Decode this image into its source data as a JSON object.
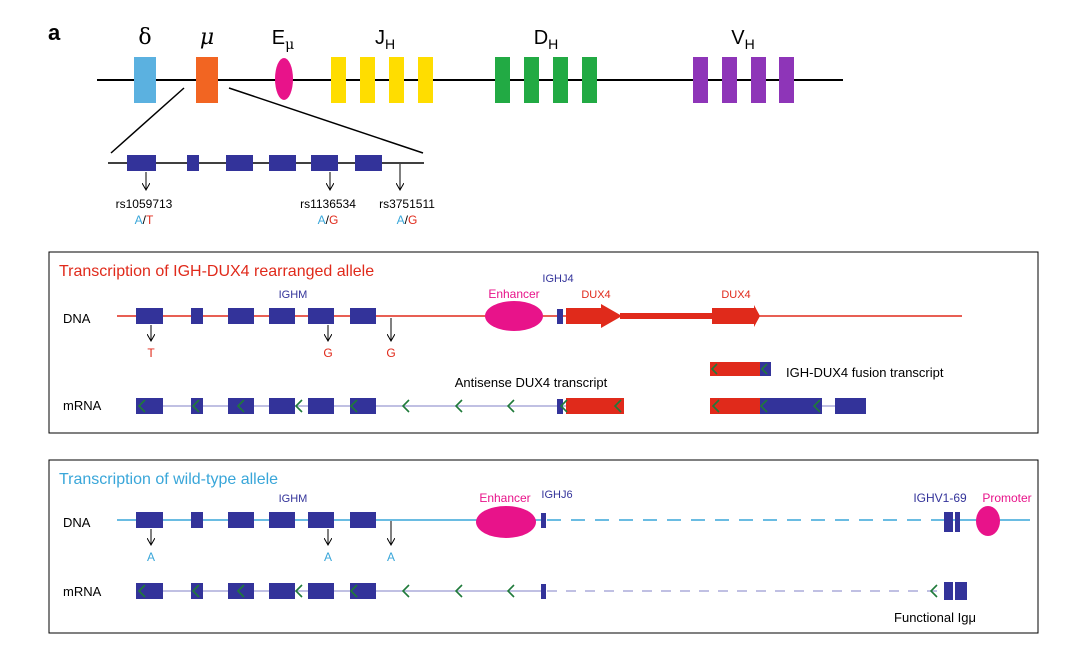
{
  "panel_label": "a",
  "colors": {
    "blue_exon": "#33339a",
    "delta": "#5bb1e0",
    "mu": "#f26522",
    "enhancer": "#e8138a",
    "jh": "#ffdd00",
    "dh": "#22aa44",
    "vh": "#8e35b8",
    "red": "#e02a1b",
    "cyan": "#39a6d9",
    "arrow_green": "#1f7a3a",
    "mrna_line": "#9a9ad2"
  },
  "locus": {
    "delta": "δ",
    "mu": "μ",
    "e_mu": {
      "main": "E",
      "sub": "μ"
    },
    "jh": {
      "main": "J",
      "sub": "H"
    },
    "dh": {
      "main": "D",
      "sub": "H"
    },
    "vh": {
      "main": "V",
      "sub": "H"
    }
  },
  "snps": [
    {
      "id": "rs1059713",
      "allele1": "A",
      "allele2": "T"
    },
    {
      "id": "rs1136534",
      "allele1": "A",
      "allele2": "G"
    },
    {
      "id": "rs3751511",
      "allele1": "A",
      "allele2": "G"
    }
  ],
  "separator": "/",
  "rearranged": {
    "title": "Transcription of IGH-DUX4 rearranged allele",
    "dna_label": "DNA",
    "mrna_label": "mRNA",
    "ighm": "IGHM",
    "enhancer": "Enhancer",
    "ighj4": "IGHJ4",
    "dux4_1": "DUX4",
    "dux4_2": "DUX4",
    "alleles": [
      "T",
      "G",
      "G"
    ],
    "antisense": "Antisense DUX4 transcript",
    "fusion": "IGH-DUX4 fusion transcript"
  },
  "wildtype": {
    "title": "Transcription of wild-type allele",
    "dna_label": "DNA",
    "mrna_label": "mRNA",
    "ighm": "IGHM",
    "enhancer": "Enhancer",
    "ighj6": "IGHJ6",
    "ighv": "IGHV1-69",
    "promoter": "Promoter",
    "alleles": [
      "A",
      "A",
      "A"
    ],
    "functional": "Functional Igμ"
  }
}
